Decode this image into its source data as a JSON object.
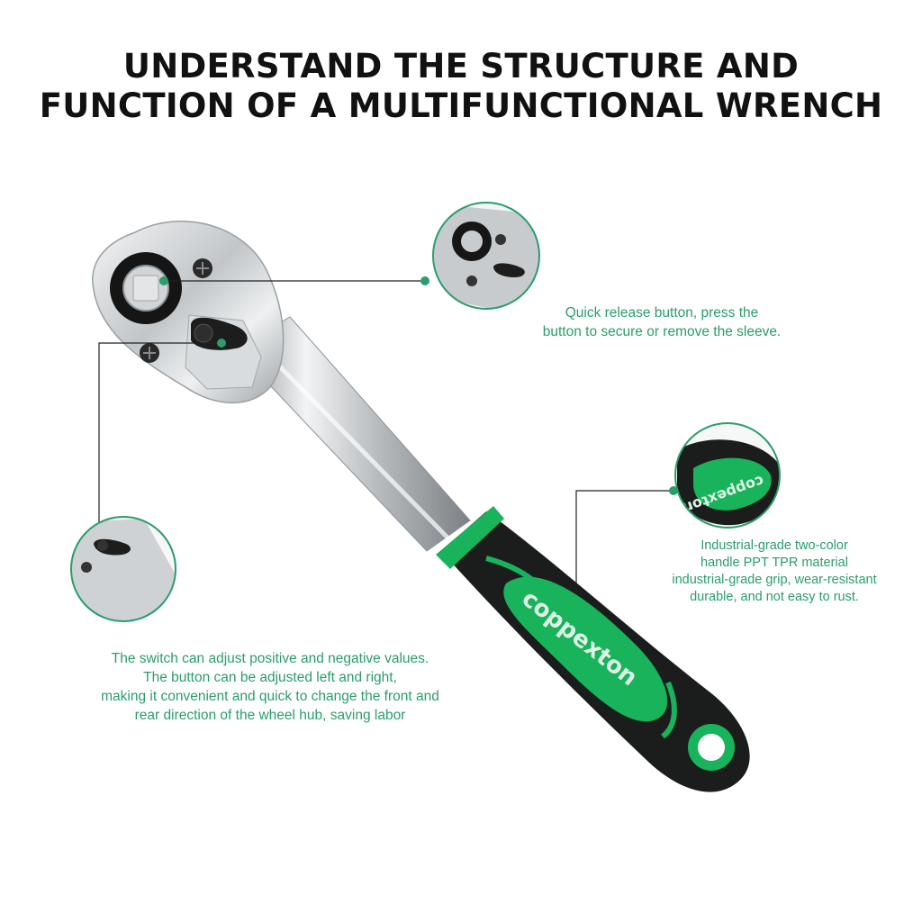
{
  "title": {
    "line1": "UNDERSTAND THE STRUCTURE AND",
    "line2": "FUNCTION OF A MULTIFUNCTIONAL WRENCH"
  },
  "callouts": {
    "release": {
      "lines": [
        "Quick release button, press the",
        "button to secure or remove the sleeve."
      ]
    },
    "switch": {
      "lines": [
        "The switch can adjust positive and negative values.",
        "The button can be adjusted left and right,",
        "making it convenient and quick to change the front and",
        "rear direction of the wheel hub, saving labor"
      ]
    },
    "handle": {
      "lines": [
        "Industrial-grade two-color",
        "handle PPT TPR material",
        "industrial-grade grip, wear-resistant",
        "durable, and not easy to rust."
      ]
    }
  },
  "brand": {
    "handle_logo": "coppexton"
  },
  "colors": {
    "accent_green": "#2a9d6a",
    "handle_green": "#18b35a",
    "handle_black": "#1b1d1c",
    "title": "#111111",
    "chrome": "#c9ccce"
  },
  "icons": [
    "ratchet-wrench-illustration",
    "quick-release-detail-icon",
    "switch-detail-icon",
    "handle-detail-icon"
  ]
}
